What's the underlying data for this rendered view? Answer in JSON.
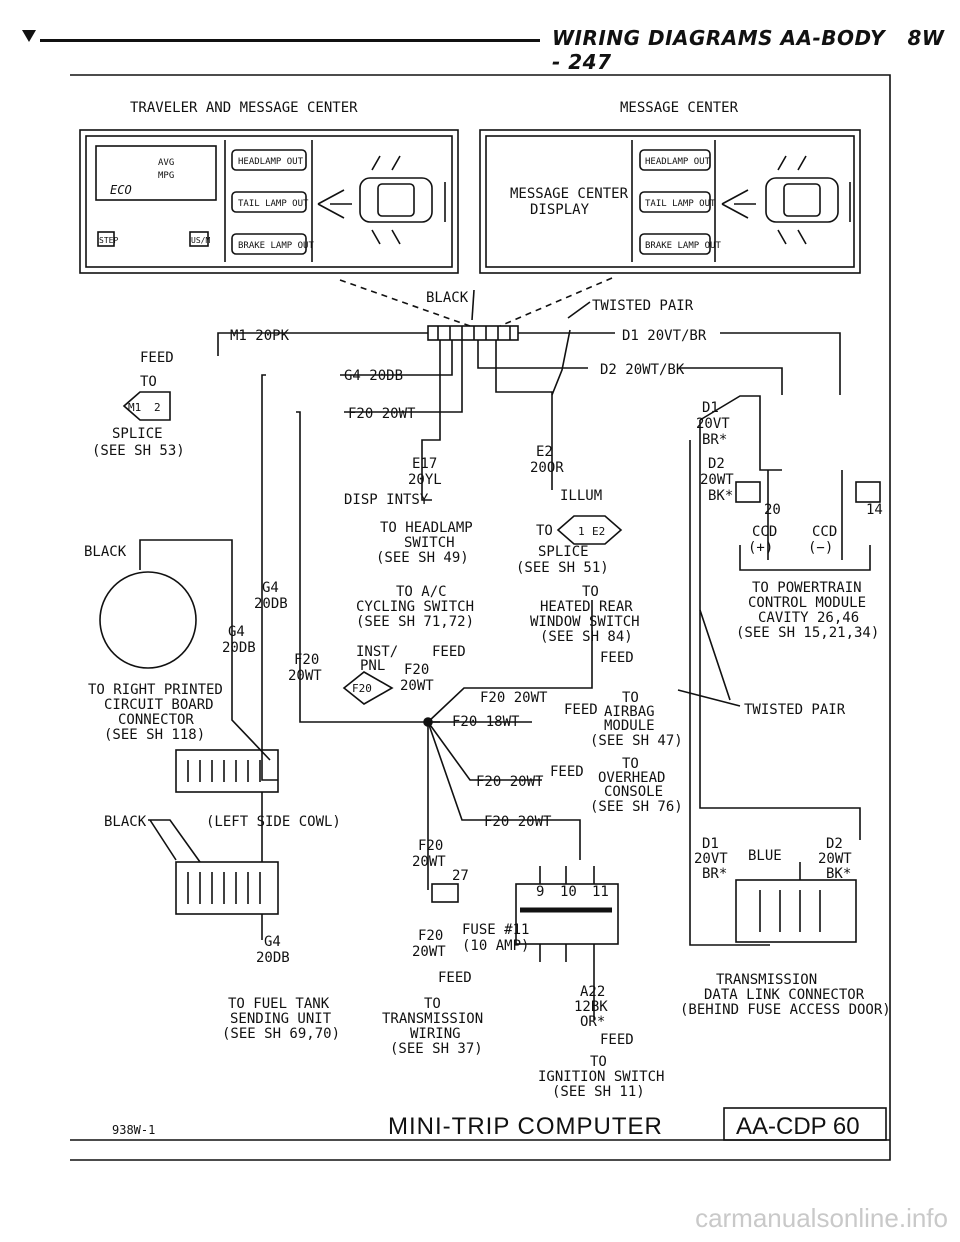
{
  "header": {
    "title": "WIRING DIAGRAMS AA-BODY",
    "page": "8W - 247"
  },
  "left_panel": {
    "title": "TRAVELER AND MESSAGE CENTER",
    "display_readout_1": "AVG",
    "display_readout_2": "MPG",
    "display_readout_3": "ECO",
    "step_button": "STEP",
    "us_m_button": "US/M",
    "lamps": [
      "HEADLAMP OUT",
      "TAIL LAMP OUT",
      "BRAKE LAMP OUT"
    ]
  },
  "right_panel": {
    "title": "MESSAGE CENTER",
    "display_line1": "MESSAGE CENTER",
    "display_line2": "DISPLAY",
    "lamps": [
      "HEADLAMP OUT",
      "TAIL LAMP OUT",
      "BRAKE LAMP OUT"
    ]
  },
  "labels": {
    "black_top": "BLACK",
    "twisted_pair_top": "TWISTED PAIR",
    "m1_wire": "M1 20PK",
    "d1_wire": "D1 20VT/BR",
    "d2_wire": "D2 20WT/BK",
    "g4_wire": "G4 20DB",
    "f20_wire": "F20 20WT",
    "feed": "FEED",
    "to": "TO",
    "splice_m1": "SPLICE",
    "see_sh53": "(SEE SH 53)",
    "e17": "E17",
    "e17_color": "20YL",
    "disp_intsy": "DISP INTSY",
    "e2": "E2",
    "e2_color": "20OR",
    "illum": "ILLUM",
    "to_headlamp": "TO HEADLAMP",
    "switch": "SWITCH",
    "see_sh49": "(SEE SH 49)",
    "splice_e2": "SPLICE",
    "see_sh51": "(SEE SH 51)",
    "d1_side": "D1",
    "d1_side_color": "20VT",
    "d1_side_suffix": "BR*",
    "d2_side": "D2",
    "d2_side_color": "20WT",
    "d2_side_suffix": "BK*",
    "pin20": "20",
    "pin14": "14",
    "ccd_pos": "CCD",
    "ccd_pos_sign": "(+)",
    "ccd_neg": "CCD",
    "ccd_neg_sign": "(−)",
    "to_powertrain": "TO POWERTRAIN",
    "control_module": "CONTROL MODULE",
    "cavity": "CAVITY 26,46",
    "see_sh15": "(SEE SH 15,21,34)",
    "black_left": "BLACK",
    "g4_a": "G4",
    "g4_a_color": "20DB",
    "g4_b": "G4",
    "g4_b_color": "20DB",
    "to_ac": "TO A/C",
    "cycling_switch": "CYCLING SWITCH",
    "see_sh71": "(SEE SH 71,72)",
    "to_heated": "TO",
    "heated_rear": "HEATED REAR",
    "window_switch": "WINDOW SWITCH",
    "see_sh84": "(SEE SH 84)",
    "inst_pnl": "INST/",
    "pnl": "PNL",
    "feed2": "FEED",
    "f20_v": "F20",
    "f20_v_color": "20WT",
    "f20_mid": "F20",
    "f20_mid_color": "20WT",
    "f20_diamond": "F20",
    "feed3": "FEED",
    "to_right_printed": "TO RIGHT PRINTED",
    "circuit_board": "CIRCUIT BOARD",
    "connector": "CONNECTOR",
    "see_sh118": "(SEE SH 118)",
    "f20_20wt_a": "F20 20WT",
    "f20_18wt": "F20 18WT",
    "feed_airbag": "FEED",
    "to_airbag": "TO",
    "airbag": "AIRBAG",
    "module": "MODULE",
    "see_sh47": "(SEE SH 47)",
    "twisted_pair_mid": "TWISTED PAIR",
    "f20_20wt_b": "F20 20WT",
    "feed_overhead": "FEED",
    "to_overhead": "TO",
    "overhead": "OVERHEAD",
    "console": "CONSOLE",
    "see_sh76": "(SEE SH 76)",
    "black_cowl": "BLACK",
    "left_side_cowl": "(LEFT SIDE COWL)",
    "f20_20wt_c": "F20 20WT",
    "f20_low": "F20",
    "f20_low_color": "20WT",
    "pin27": "27",
    "fuse_pins": [
      "9",
      "10",
      "11"
    ],
    "f20_fuse": "F20",
    "f20_fuse_color": "20WT",
    "fuse": "FUSE #11",
    "fuse_amp": "(10 AMP)",
    "d1_low": "D1",
    "d1_low_color": "20VT",
    "d1_low_suffix": "BR*",
    "blue": "BLUE",
    "d2_low": "D2",
    "d2_low_color": "20WT",
    "d2_low_suffix": "BK*",
    "g4_c": "G4",
    "g4_c_color": "20DB",
    "to_fuel": "TO FUEL TANK",
    "sending_unit": "SENDING UNIT",
    "see_sh69": "(SEE SH 69,70)",
    "feed_trans": "FEED",
    "to_trans": "TO",
    "transmission": "TRANSMISSION",
    "wiring": "WIRING",
    "see_sh37": "(SEE SH 37)",
    "a22": "A22",
    "a22_color": "12BK",
    "a22_suffix": "OR*",
    "feed_ign": "FEED",
    "to_ign": "TO",
    "ignition_switch": "IGNITION SWITCH",
    "see_sh11": "(SEE SH 11)",
    "trans_data": "TRANSMISSION",
    "data_link": "DATA LINK CONNECTOR",
    "behind_fuse": "(BEHIND FUSE ACCESS DOOR)",
    "splice_m1_id": "M1",
    "splice_m1_num": "2",
    "splice_e2_id1": "1",
    "splice_e2_id2": "E2"
  },
  "footer": {
    "code": "938W-1",
    "title": "MINI-TRIP COMPUTER",
    "ref": "AA-CDP 60"
  },
  "watermark": "carmanualsonline.info"
}
